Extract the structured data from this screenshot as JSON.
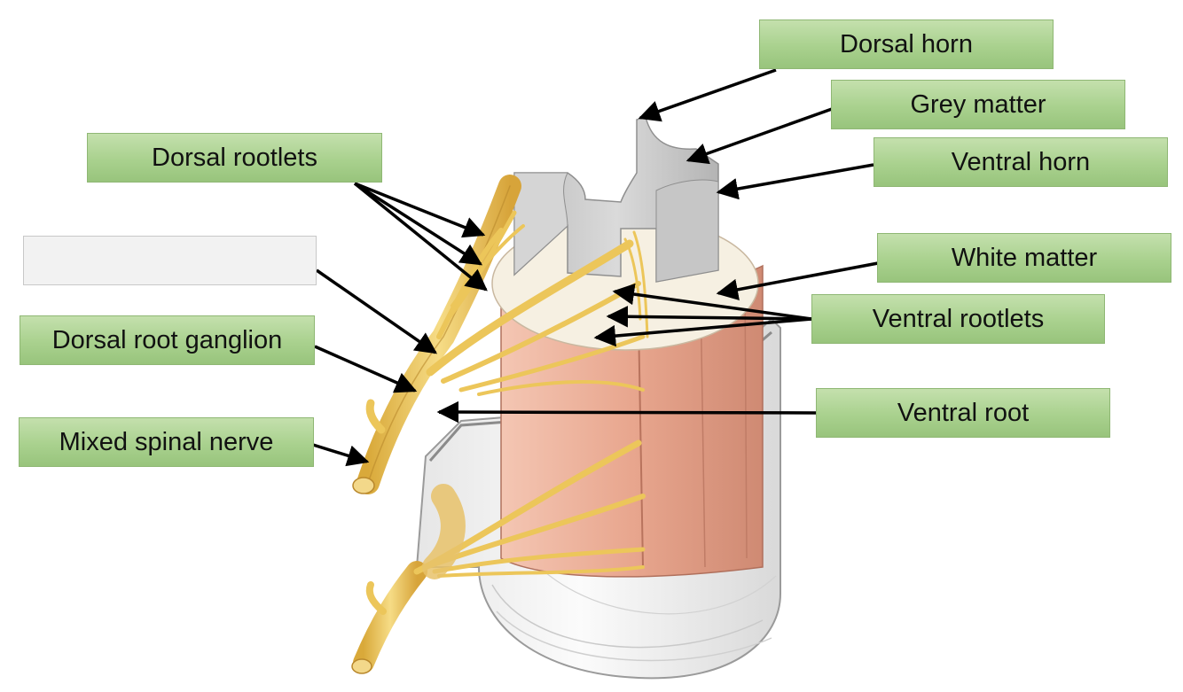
{
  "labels": {
    "dorsal_horn": "Dorsal horn",
    "grey_matter": "Grey matter",
    "ventral_horn": "Ventral horn",
    "dorsal_rootlets": "Dorsal rootlets",
    "white_matter": "White matter",
    "ventral_rootlets": "Ventral rootlets",
    "dorsal_root_ganglion": "Dorsal root ganglion",
    "ventral_root": "Ventral root",
    "mixed_spinal_nerve": "Mixed spinal nerve",
    "blank": ""
  },
  "colors": {
    "label_fill": "#a9d18e",
    "blank_fill": "#f2f2f2",
    "nerve": "#ecc65a",
    "grey_matter": "#c8c8c8",
    "white_matter": "#f6f0e2",
    "cord": "#e8a78f",
    "meninges": "#efefef",
    "arrow": "#000000"
  }
}
